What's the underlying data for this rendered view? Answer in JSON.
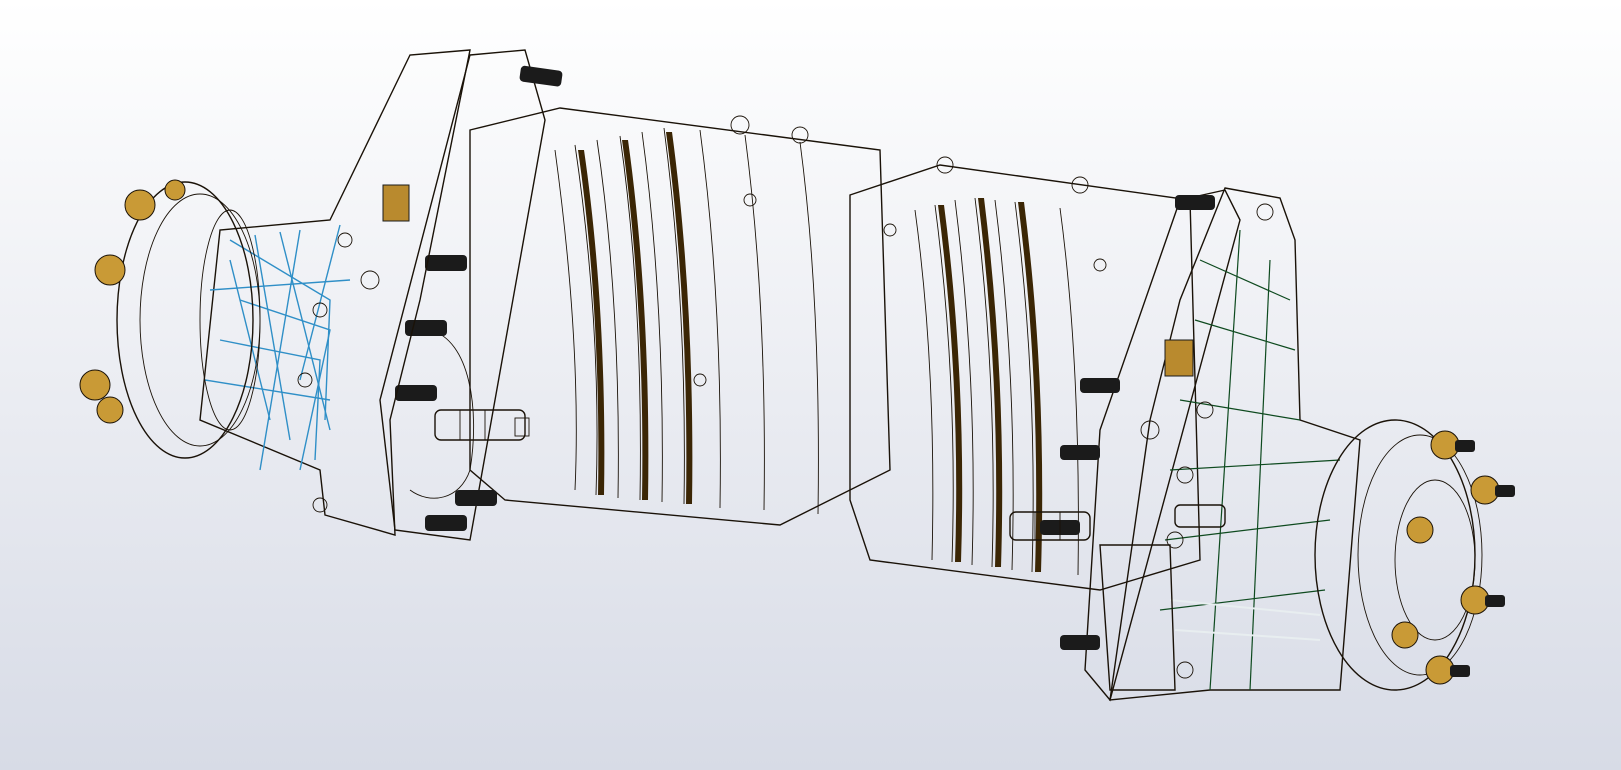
{
  "viewport": {
    "background_top": "#ffffff",
    "background_bottom": "#d7dbe6"
  },
  "model": {
    "colors": {
      "housing_bronze": "#b07d1c",
      "housing_bronze_light": "#e6b94a",
      "housing_bronze_dark": "#6e4a0c",
      "left_gearbox_red": "#a61e24",
      "left_gearbox_blue_edges": "#2f8fc7",
      "right_gearbox_green": "#1f8a3c",
      "flange_yellow": "#f4c21a",
      "flange_orange": "#e09a10",
      "adapter_plate_gray": "#c9ced6",
      "connector_cyan": "#7fd6cf",
      "bolt_black": "#1b1b1b",
      "nut_brass": "#c99a36"
    },
    "parts": {
      "left_flange": "left-output-flange",
      "left_gearbox": "left-gearbox-housing",
      "left_adapter": "left-adapter-plate",
      "motor_housing_left": "motor-housing-left",
      "motor_housing_right": "motor-housing-right",
      "right_adapter": "right-adapter-plate",
      "right_gearbox": "right-gearbox-housing",
      "right_flange": "right-output-flange"
    }
  }
}
